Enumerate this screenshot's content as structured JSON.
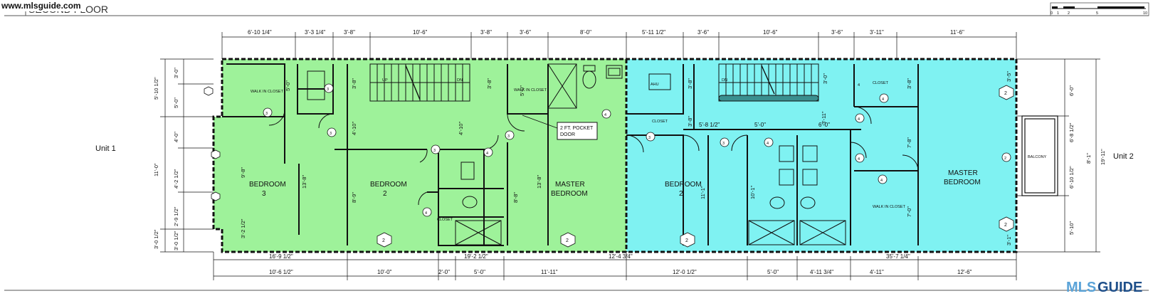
{
  "watermark": "www.mlsguide.com",
  "sheet_title": "SECOND FLOOR",
  "sheet_number": "2",
  "scale_bar_labels": [
    "0",
    "1",
    "2",
    "5",
    "10"
  ],
  "units": {
    "left": "Unit 1",
    "right": "Unit 2"
  },
  "colors": {
    "unit1": "#9ef29a",
    "unit2": "#7ff2f2",
    "wall": "#111111",
    "logo_light": "#5aa3d8",
    "logo_dark": "#1e4f8a"
  },
  "rooms": {
    "bedroom3": {
      "line1": "BEDROOM",
      "line2": "3"
    },
    "bedroom2_u1": {
      "line1": "BEDROOM",
      "line2": "2"
    },
    "master_u1": {
      "line1": "MASTER",
      "line2": "BEDROOM"
    },
    "bedroom2_u2": {
      "line1": "BEDROOM",
      "line2": "2"
    },
    "master_u2": {
      "line1": "MASTER",
      "line2": "BEDROOM"
    }
  },
  "labels": {
    "walk_in_closet_1": "WALK IN CLOSET",
    "walk_in_closet_2": "WALK IN CLOSET",
    "walk_in_closet_3": "WALK IN CLOSET",
    "closet_1": "CLOSET",
    "closet_2": "CLOSET",
    "closet_3": "CLOSET",
    "ahu": "AHU",
    "up": "UP",
    "dn": "DN",
    "dn2": "DN",
    "balcony": "BALCONY",
    "pocket_door_line1": "2 FT. POCKET",
    "pocket_door_line2": "DOOR"
  },
  "top_dimensions": [
    "6'-10 1/4\"",
    "3'-3 1/4\"",
    "3'-8\"",
    "10'-6\"",
    "3'-8\"",
    "3'-6\"",
    "8'-0\"",
    "5'-11 1/2\"",
    "3'-6\"",
    "10'-6\"",
    "3'-6\"",
    "3'-11\"",
    "11'-6\""
  ],
  "bottom_dimensions_row1": [
    "16'-9 1/2\"",
    "19'-2 1/2\"",
    "12'-4 3/4\"",
    "35'-7 1/4\""
  ],
  "bottom_dimensions_row2": [
    "10'-6 1/2\"",
    "10'-0\"",
    "2'-0\"",
    "5'-0\"",
    "11'-11\"",
    "12'-0 1/2\"",
    "5'-0\"",
    "4'-11 3/4\"",
    "4'-11\"",
    "12'-6\""
  ],
  "left_dimensions_outer": [
    "5'-10 1/2\"",
    "11'-0\"",
    "3'-0 1/2\""
  ],
  "left_dimensions_inner": [
    "3'-0\"",
    "5'-0\"",
    "4'-0\"",
    "4'-2 1/2\"",
    "2'-9 1/2\"",
    "3'-0 1/2\""
  ],
  "right_dimensions": [
    "6'-0\"",
    "6'-8 1/2\"",
    "6'-10 1/2\"",
    "5'-10\"",
    "8'-1\"",
    "19'-11\""
  ],
  "interior_dimensions": [
    "5'-0\"",
    "3'-8\"",
    "4'-10\"",
    "4'-10\"",
    "3'-8\"",
    "5'-0\"",
    "9'-8\"",
    "13'-8\"",
    "8'-9\"",
    "13'-8\"",
    "8'-8\"",
    "3'-2 1/2\"",
    "3'-8\"",
    "3'-8\"",
    "5'-8 1/2\"",
    "5'-0\"",
    "6'-0\"",
    "3'-11\"",
    "3'-8\"",
    "7'-8\"",
    "7'-0\"",
    "11'-1\"",
    "10'-1\"",
    "3'-0\"",
    "3'-5\"",
    "3'-1\""
  ],
  "tags": [
    "2",
    "2",
    "2",
    "2",
    "2",
    "2",
    "3",
    "3",
    "3",
    "3",
    "3",
    "3",
    "3",
    "4",
    "4",
    "4",
    "4",
    "4",
    "4",
    "4",
    "4",
    "4"
  ],
  "logo": {
    "part1": "MLS",
    "part2": "GUIDE"
  }
}
